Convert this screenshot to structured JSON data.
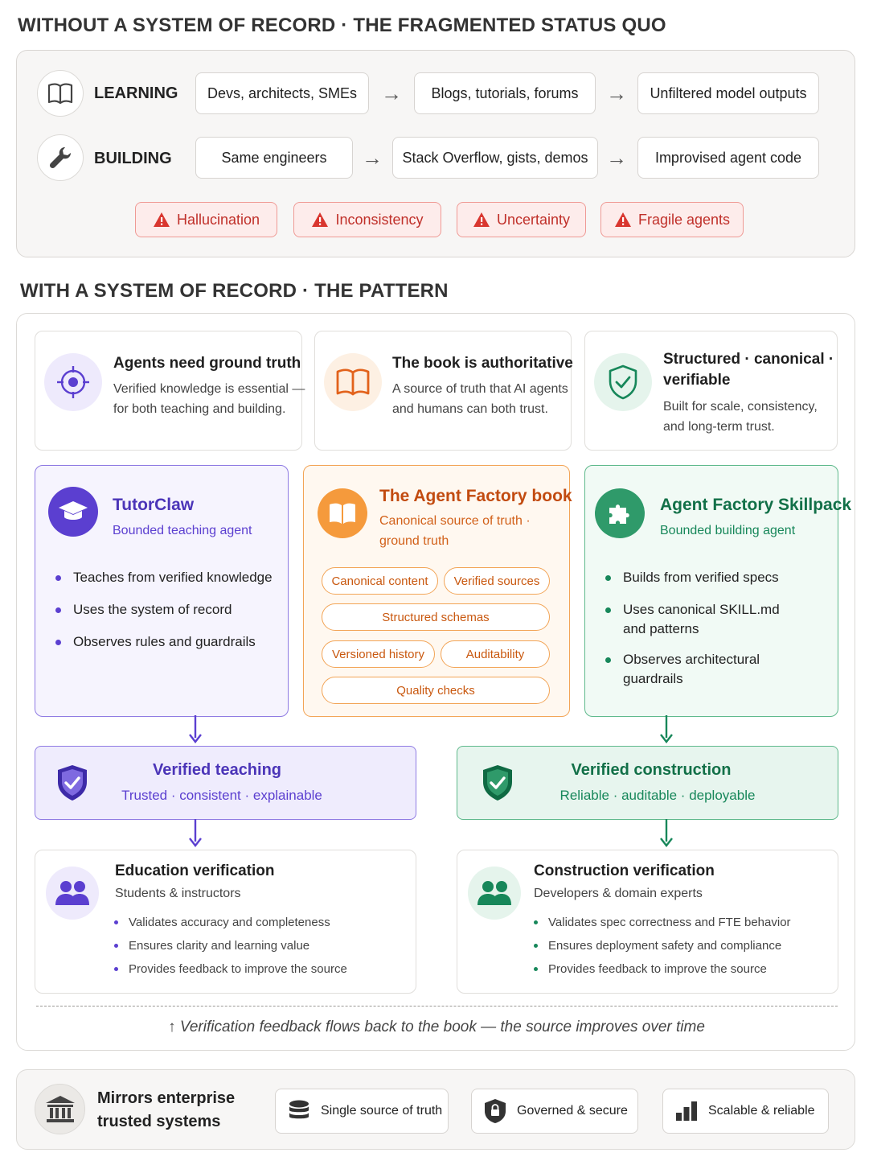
{
  "status_quo": {
    "heading": "WITHOUT A SYSTEM OF RECORD · THE FRAGMENTED STATUS QUO",
    "rows": [
      {
        "label": "LEARNING",
        "icon": "book-icon",
        "steps": [
          "Devs, architects, SMEs",
          "Blogs, tutorials, forums",
          "Unfiltered model outputs"
        ]
      },
      {
        "label": "BUILDING",
        "icon": "wrench-icon",
        "steps": [
          "Same engineers",
          "Stack Overflow, gists, demos",
          "Improvised agent code"
        ]
      }
    ],
    "arrow": "→",
    "warnings": [
      "Hallucination",
      "Inconsistency",
      "Uncertainty",
      "Fragile agents"
    ]
  },
  "pattern": {
    "heading": "WITH A SYSTEM OF RECORD · THE PATTERN",
    "principles": [
      {
        "title": "Agents need ground truth",
        "desc_1": "Verified knowledge is essential —",
        "desc_2": "for both teaching and building.",
        "icon": "crosshair-icon"
      },
      {
        "title": "The book is authoritative",
        "desc_1": "A source of truth that AI agents",
        "desc_2": "and humans can both trust.",
        "icon": "open-book-icon"
      },
      {
        "title_1": "Structured · canonical ·",
        "title_2": "verifiable",
        "desc_1": "Built for scale, consistency,",
        "desc_2": "and long-term trust.",
        "icon": "shield-check-icon"
      }
    ],
    "tutorclaw": {
      "title": "TutorClaw",
      "subtitle": "Bounded teaching agent",
      "bullets": [
        "Teaches from verified knowledge",
        "Uses the system of record",
        "Observes rules and guardrails"
      ]
    },
    "book": {
      "title": "The Agent Factory book",
      "subtitle_1": "Canonical source of truth ·",
      "subtitle_2": "ground truth",
      "tags": [
        "Canonical content",
        "Verified sources",
        "Structured schemas",
        "Versioned history",
        "Auditability",
        "Quality checks"
      ]
    },
    "skillpack": {
      "title": "Agent Factory Skillpack",
      "subtitle": "Bounded building agent",
      "bullets": [
        {
          "line_1": "Builds from verified specs",
          "line_2": ""
        },
        {
          "line_1": "Uses canonical SKILL.md",
          "line_2": "and patterns"
        },
        {
          "line_1": "Observes architectural",
          "line_2": "guardrails"
        }
      ]
    },
    "verified_teaching": {
      "title": "Verified teaching",
      "subtitle": "Trusted · consistent · explainable"
    },
    "verified_construction": {
      "title": "Verified construction",
      "subtitle": "Reliable · auditable · deployable"
    },
    "education_verification": {
      "title": "Education verification",
      "subtitle": "Students & instructors",
      "bullets": [
        "Validates accuracy and completeness",
        "Ensures clarity and learning value",
        "Provides feedback to improve the source"
      ]
    },
    "construction_verification": {
      "title": "Construction verification",
      "subtitle": "Developers & domain experts",
      "bullets": [
        "Validates spec correctness and FTE behavior",
        "Ensures deployment safety and compliance",
        "Provides feedback to improve the source"
      ]
    },
    "feedback_arrow": "↑",
    "feedback_note": "Verification feedback flows back to the book — the source improves over time"
  },
  "enterprise": {
    "title_1": "Mirrors enterprise",
    "title_2": "trusted systems",
    "features": [
      {
        "label": "Single source of truth",
        "icon": "database-icon"
      },
      {
        "label": "Governed & secure",
        "icon": "lock-shield-icon"
      },
      {
        "label": "Scalable & reliable",
        "icon": "bar-chart-icon"
      }
    ]
  },
  "colors": {
    "purple": "#5b3fd0",
    "orange": "#f08a24",
    "green": "#17875a",
    "warning_red": "#c0302a"
  }
}
